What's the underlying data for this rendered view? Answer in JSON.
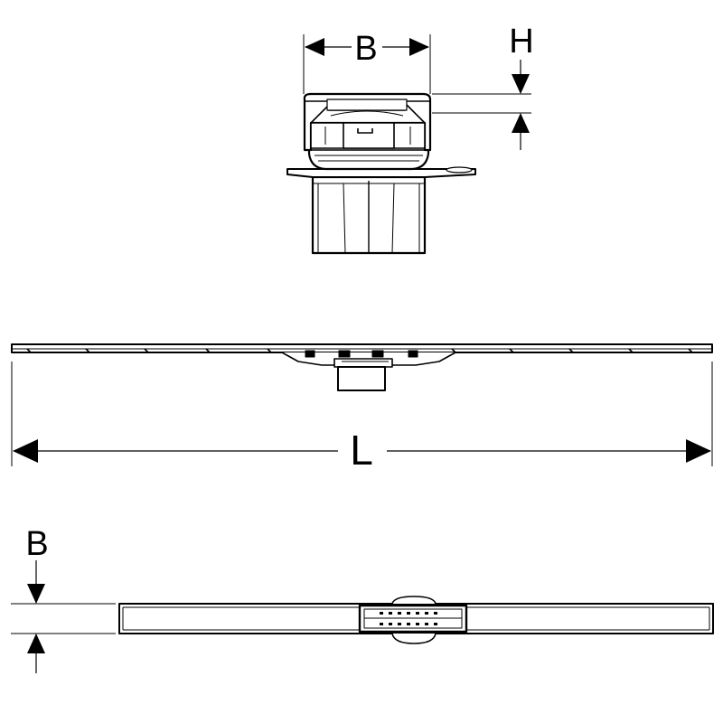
{
  "labels": {
    "top_width": "B",
    "top_height": "H",
    "length": "L",
    "bottom_width": "B"
  }
}
